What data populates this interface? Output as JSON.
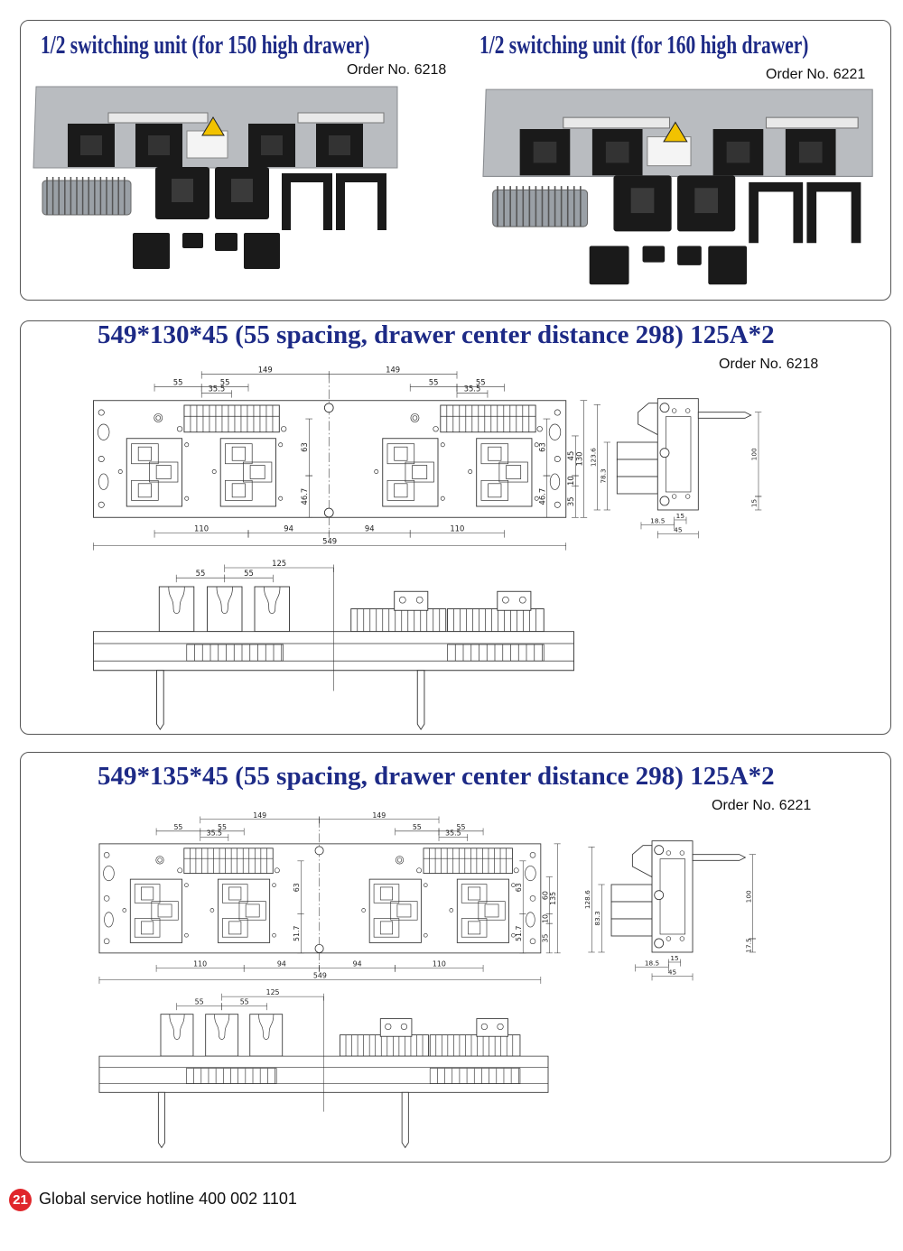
{
  "photos": [
    {
      "title": "1/2 switching unit (for 150 high drawer)",
      "order": "Order No. 6218"
    },
    {
      "title": "1/2 switching unit (for 160 high drawer)",
      "order": "Order No. 6221"
    }
  ],
  "drawings": [
    {
      "title": "549*130*45 (55 spacing, drawer center distance 298) 125A*2",
      "order": "Order No. 6218",
      "front": {
        "top": [
          "149",
          "149",
          "55",
          "55",
          "35.5",
          "55",
          "55",
          "35.5"
        ],
        "bottom": [
          "110",
          "94",
          "94",
          "110"
        ],
        "total": "549",
        "inner_left": [
          "63",
          "46.7"
        ],
        "inner_right": [
          "63",
          "46.7"
        ],
        "edge": [
          "45",
          "10",
          "35"
        ],
        "height": "130"
      },
      "side": {
        "h1": "123.6",
        "h2": "78.3",
        "pin": "100",
        "low": "15",
        "w15": "15",
        "w185": "18.5",
        "w45": "45"
      },
      "top": {
        "s1": "55",
        "s2": "55",
        "s3": "125"
      }
    },
    {
      "title": "549*135*45 (55 spacing, drawer center distance 298) 125A*2",
      "order": "Order No. 6221",
      "front": {
        "top": [
          "149",
          "149",
          "55",
          "55",
          "35.5",
          "55",
          "55",
          "35.5"
        ],
        "bottom": [
          "110",
          "94",
          "94",
          "110"
        ],
        "total": "549",
        "inner_left": [
          "63",
          "51.7"
        ],
        "inner_right": [
          "63",
          "51.7"
        ],
        "edge": [
          "60",
          "10",
          "35"
        ],
        "height": "135"
      },
      "side": {
        "h1": "128.6",
        "h2": "83.3",
        "pin": "100",
        "low": "17.5",
        "w15": "15",
        "w185": "18.5",
        "w45": "45"
      },
      "top": {
        "s1": "55",
        "s2": "55",
        "s3": "125"
      }
    }
  ],
  "footer": {
    "page": "21",
    "hotline": "Global service hotline 400 002 1101"
  },
  "colors": {
    "title": "#1d2a86",
    "badge": "#e0262b",
    "plate": "#b9bcc0",
    "socket": "#1a1a1a",
    "warning": "#f2c200"
  }
}
